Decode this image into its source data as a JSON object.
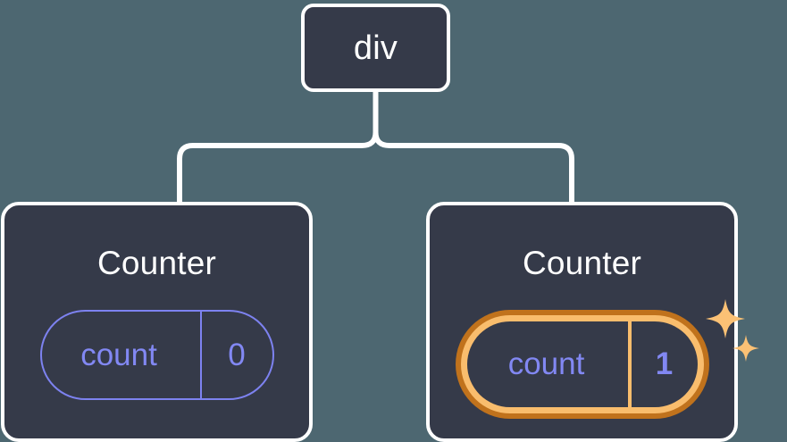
{
  "diagram": {
    "type": "component-tree",
    "background_color": "#4d6771",
    "node_fill_color": "#353a49",
    "node_border_color": "#ffffff",
    "connector_color": "#ffffff",
    "state_color": "#8288f3",
    "highlight_outer_color": "#c0721c",
    "highlight_inner_color": "#f9bd6d",
    "sparkle_color": "#fbc175"
  },
  "root": {
    "label": "div"
  },
  "children": [
    {
      "title": "Counter",
      "state": {
        "key": "count",
        "value": "0"
      },
      "highlighted": false
    },
    {
      "title": "Counter",
      "state": {
        "key": "count",
        "value": "1"
      },
      "highlighted": true
    }
  ],
  "icons": {
    "sparkle_large": "sparkle-icon",
    "sparkle_small": "sparkle-icon"
  }
}
